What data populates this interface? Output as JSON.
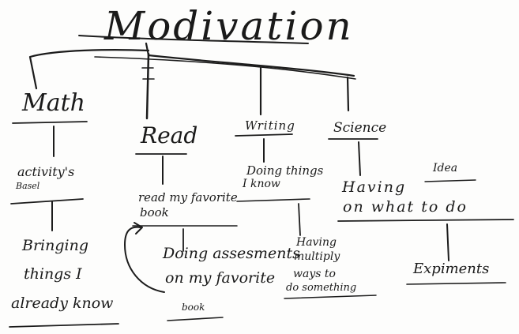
{
  "title": "Modivation",
  "branches": {
    "math": {
      "label": "Math",
      "sub_1": "activity's",
      "sub_1_extra": "Basel",
      "sub_2": [
        "Bringing",
        "things I",
        "already know"
      ]
    },
    "read": {
      "label": "Read",
      "sub_1": [
        "read my favorite",
        "book"
      ],
      "sub_2": [
        "Doing assesments",
        "on my favorite",
        "book"
      ]
    },
    "writing": {
      "label": "Writing",
      "sub_1": [
        "Doing things",
        "I know"
      ],
      "sub_2": [
        "Having",
        "multiply",
        "ways to",
        "do something"
      ]
    },
    "science": {
      "label": "Science",
      "sub_1": [
        "Having",
        "on what to do"
      ],
      "sub_1_extra": "Idea",
      "sub_2": "Expiments"
    }
  }
}
